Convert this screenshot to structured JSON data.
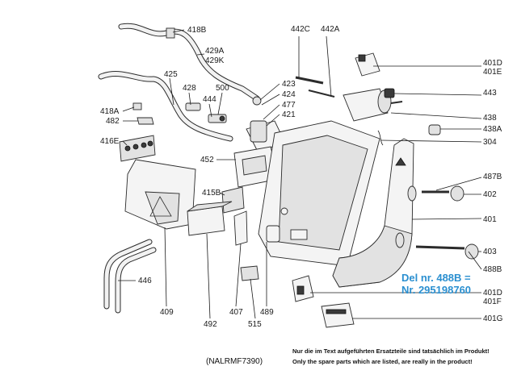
{
  "labels": {
    "l418B": "418B",
    "l429A": "429A",
    "l429K": "429K",
    "l442C": "442C",
    "l442A": "442A",
    "l401D_top": "401D",
    "l401E": "401E",
    "l425": "425",
    "l428": "428",
    "l500": "500",
    "l423": "423",
    "l424": "424",
    "l444": "444",
    "l477": "477",
    "l421": "421",
    "l443": "443",
    "l418A": "418A",
    "l482": "482",
    "l438": "438",
    "l438A": "438A",
    "l416E": "416E",
    "l304": "304",
    "l452": "452",
    "l487B": "487B",
    "l415B": "415B",
    "l402": "402",
    "l401": "401",
    "l403": "403",
    "l488B": "488B",
    "l446": "446",
    "l401D_bot": "401D",
    "l401F": "401F",
    "l401G": "401G",
    "l409": "409",
    "l492": "492",
    "l407": "407",
    "l489": "489",
    "l515": "515"
  },
  "note": {
    "line1": "Del nr. 488B =",
    "line2": "Nr. 295198760",
    "color": "#2a8fd0"
  },
  "model_code": "(NALRMF7390)",
  "disclaimer": {
    "de": "Nur die im Text aufgeführten Ersatzteile sind tatsächlich im Produkt!",
    "en": "Only the spare parts which are listed, are really in the product!"
  }
}
